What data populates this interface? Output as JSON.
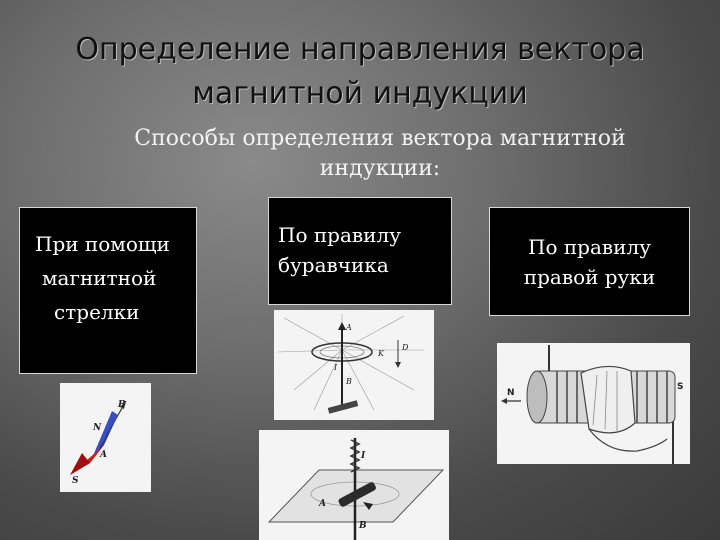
{
  "slide": {
    "title_line1": "Определение направления вектора",
    "title_line2": "магнитной индукции",
    "subtitle_line1": "Способы определения вектора магнитной",
    "subtitle_line2": "индукции:"
  },
  "methods": [
    {
      "lines": [
        "При помощи",
        "магнитной",
        "стрелки"
      ]
    },
    {
      "lines": [
        "По правилу",
        "буравчика"
      ]
    },
    {
      "lines": [
        "По правилу",
        "правой руки"
      ]
    }
  ],
  "figure_labels": {
    "needle": {
      "b": "B",
      "n": "N",
      "a": "A",
      "s": "S"
    },
    "gimlet_top": {
      "a": "A",
      "b": "B",
      "i": "I",
      "d": "D",
      "k": "K"
    },
    "gimlet_bottom": {
      "i": "I",
      "a": "A",
      "b": "B"
    },
    "hand": {
      "n": "N",
      "s": "S"
    }
  }
}
